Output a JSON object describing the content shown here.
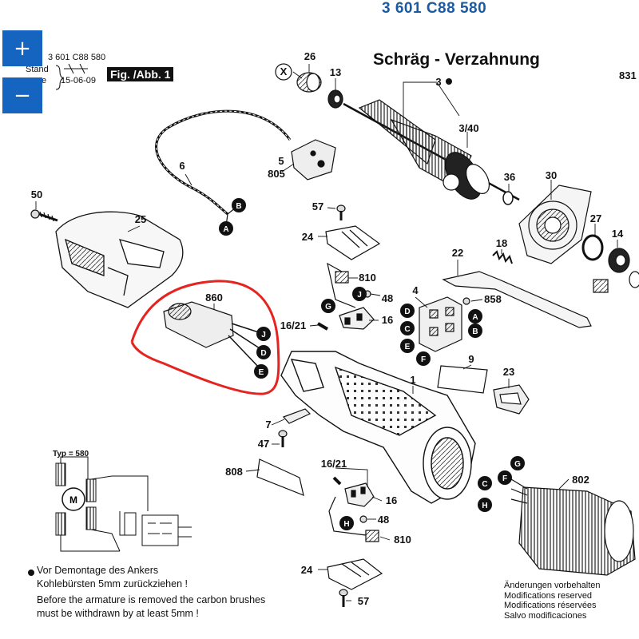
{
  "header": {
    "part_number": "3 601 C88 580",
    "title": "Schräg - Verzahnung",
    "stand_part": "3 601 C88 580",
    "stand_label": "Stand",
    "stand_e": "e",
    "stand_date": "15-06-09",
    "fig_label": "Fig. /Abb. 1",
    "edge_number": "831"
  },
  "zoom": {
    "in_label": "+",
    "out_label": "−"
  },
  "callouts": {
    "c26": "26",
    "c13": "13",
    "c3": "3",
    "c3_40": "3/40",
    "c6": "6",
    "c5": "5",
    "c805": "805",
    "c50": "50",
    "c25": "25",
    "c57a": "57",
    "c24a": "24",
    "c810a": "810",
    "c48a": "48",
    "c36": "36",
    "c30": "30",
    "c27": "27",
    "c14": "14",
    "c18": "18",
    "c22": "22",
    "c4": "4",
    "c858": "858",
    "c16_21a": "16/21",
    "c16a": "16",
    "c860": "860",
    "c9": "9",
    "c1": "1",
    "c23": "23",
    "c7": "7",
    "c47": "47",
    "c808": "808",
    "c16_21b": "16/21",
    "c16b": "16",
    "c48b": "48",
    "c810b": "810",
    "c24b": "24",
    "c57b": "57",
    "c802": "802",
    "x": "X"
  },
  "connectors": {
    "A": "A",
    "B": "B",
    "C": "C",
    "D": "D",
    "E": "E",
    "F": "F",
    "G": "G",
    "H": "H",
    "J": "J"
  },
  "schematic": {
    "type_label": "Typ = 580",
    "motor_label": "M"
  },
  "notes": {
    "de_1": "Vor Demontage des Ankers",
    "de_2": "Kohlebürsten 5mm zurückziehen !",
    "en_1": "Before the armature is removed the carbon brushes",
    "en_2": "must be withdrawn by at least 5mm !",
    "mod_de": "Änderungen vorbehalten",
    "mod_en": "Modifications reserved",
    "mod_fr": "Modifications réservées",
    "mod_it": "Salvo modificaciones"
  },
  "colors": {
    "accent_blue": "#1565c0",
    "part_blue": "#1a5aa0",
    "highlight_red": "#e52420"
  }
}
